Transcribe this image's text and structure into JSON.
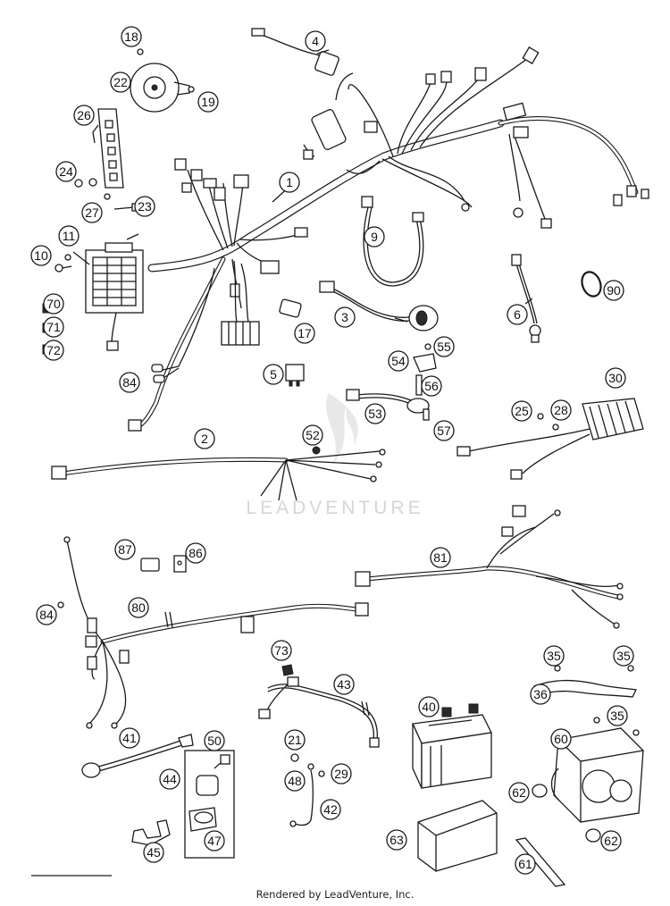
{
  "diagram": {
    "callouts": [
      "1",
      "2",
      "3",
      "4",
      "5",
      "6",
      "9",
      "10",
      "11",
      "17",
      "18",
      "19",
      "21",
      "22",
      "23",
      "24",
      "25",
      "26",
      "27",
      "28",
      "29",
      "30",
      "35",
      "35",
      "35",
      "36",
      "40",
      "41",
      "42",
      "43",
      "44",
      "45",
      "47",
      "48",
      "50",
      "52",
      "53",
      "54",
      "55",
      "56",
      "57",
      "60",
      "61",
      "62",
      "62",
      "63",
      "70",
      "71",
      "72",
      "73",
      "80",
      "81",
      "84",
      "84",
      "86",
      "87",
      "90"
    ]
  },
  "watermark": "LEADVENTURE",
  "footer": "Rendered by LeadVenture, Inc."
}
